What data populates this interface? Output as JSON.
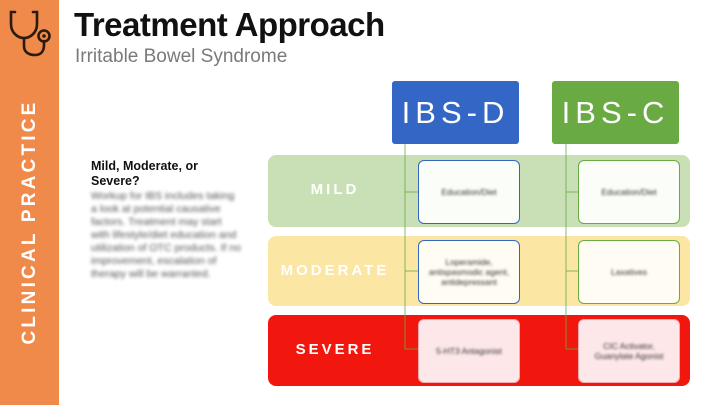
{
  "title": "Treatment Approach",
  "subtitle": "Irritable Bowel Syndrome",
  "sidebar": {
    "label": "CLINICAL PRACTICE",
    "icon": "stethoscope-icon"
  },
  "columns": [
    {
      "label": "IBS-D",
      "color": "#3466c5"
    },
    {
      "label": "IBS-C",
      "color": "#6aaa42"
    }
  ],
  "side_panel": {
    "heading": "Mild, Moderate, or Severe?",
    "body": "Workup for IBS includes taking a look at potential causative factors. Treatment may start with lifestyle/diet education and utilization of OTC products. If no improvement, escalation of therapy will be warranted."
  },
  "rows": [
    {
      "label": "MILD",
      "color": "#c9dfb6",
      "ibs_d": "Education/Diet",
      "ibs_c": "Education/Diet"
    },
    {
      "label": "MODERATE",
      "color": "#fbe6a4",
      "ibs_d": "Loperamide, antispasmodic agent, antidepressant",
      "ibs_c": "Laxatives"
    },
    {
      "label": "SEVERE",
      "color": "#f2170e",
      "ibs_d": "5-HT3 Antagonist",
      "ibs_c": "CIC Activator, Guanylate Agonist"
    }
  ]
}
